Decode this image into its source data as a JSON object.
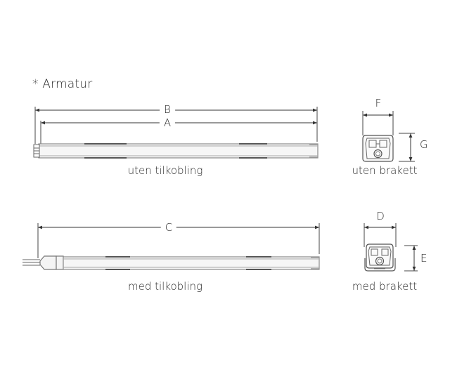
{
  "title": "* Armatur",
  "views": {
    "without_connection": {
      "caption": "uten tilkobling",
      "dimensions": {
        "outer": "B",
        "inner": "A"
      }
    },
    "with_connection": {
      "caption": "med tilkobling",
      "dimensions": {
        "length": "C"
      }
    },
    "profile_without_bracket": {
      "caption": "uten brakett",
      "dimensions": {
        "width": "F",
        "height": "G"
      }
    },
    "profile_with_bracket": {
      "caption": "med brakett",
      "dimensions": {
        "width": "D",
        "height": "E"
      }
    }
  },
  "colors": {
    "line": "#3a3a3a",
    "bar_outline": "#8a8a8a",
    "bar_fill": "#f4f4f4",
    "accent_strip": "#555555"
  }
}
